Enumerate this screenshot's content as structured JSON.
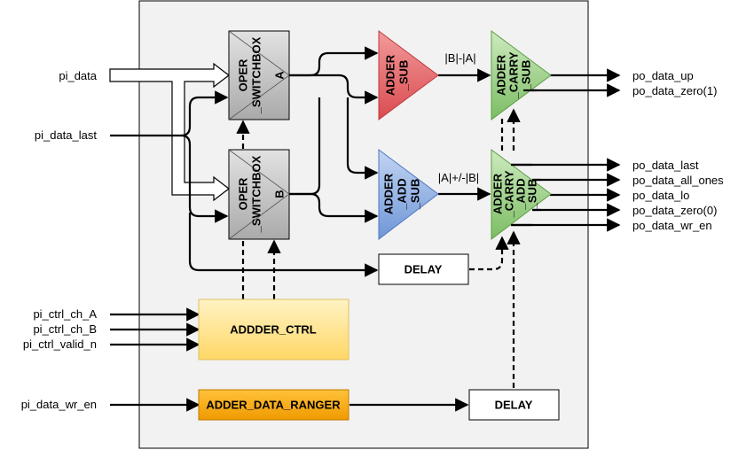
{
  "inputs": {
    "pi_data": "pi_data",
    "pi_data_last": "pi_data_last",
    "pi_ctrl_ch_A": "pi_ctrl_ch_A",
    "pi_ctrl_ch_B": "pi_ctrl_ch_B",
    "pi_ctrl_valid_n": "pi_ctrl_valid_n",
    "pi_data_wr_en": "pi_data_wr_en"
  },
  "outputs": {
    "po_data_up": "po_data_up",
    "po_data_zero_1": "po_data_zero(1)",
    "po_data_last": "po_data_last",
    "po_data_all_ones": "po_data_all_ones",
    "po_data_lo": "po_data_lo",
    "po_data_zero_0": "po_data_zero(0)",
    "po_data_wr_en": "po_data_wr_en"
  },
  "blocks": {
    "switchbox_a": {
      "line1": "OPER",
      "line2": "_SWITCHBOX",
      "port": "A"
    },
    "switchbox_b": {
      "line1": "OPER",
      "line2": "_SWITCHBOX",
      "port": "B"
    },
    "adder_sub": {
      "line1": "ADDER",
      "line2": "_SUB"
    },
    "adder_add_sub": {
      "line1": "ADDER",
      "line2": "_ADD",
      "line3": "_SUB"
    },
    "adder_carry_sub": {
      "line1": "ADDER",
      "line2": "_CARRY",
      "line3": "_SUB"
    },
    "adder_carry_add_sub": {
      "line1": "ADDER",
      "line2": "_CARRY",
      "line3": "_ADD",
      "line4": "_SUB"
    },
    "delay_top": "DELAY",
    "delay_bottom": "DELAY",
    "adder_ctrl": "ADDDER_CTRL",
    "adder_data_ranger": "ADDER_DATA_RANGER"
  },
  "wire_labels": {
    "b_minus_a": "|B|-|A|",
    "a_plus_minus_b": "|A|+/-|B|"
  },
  "colors": {
    "gray_block": "#c8c8c8",
    "red_block": "#e8666a",
    "blue_block": "#8fb0e6",
    "green_block": "#9fd08a",
    "yellow_block": "#ffe28a",
    "orange_block": "#f5a800"
  }
}
